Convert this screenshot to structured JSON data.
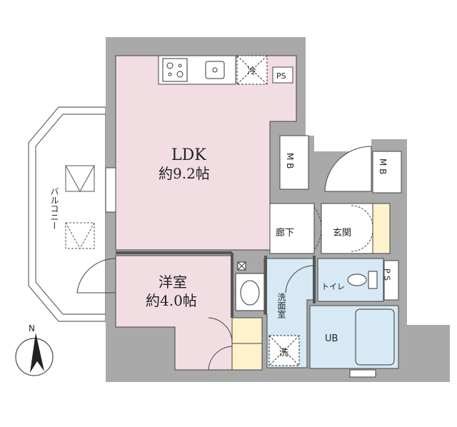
{
  "rooms": {
    "ldk_name": "LDK",
    "ldk_size": "約9.2帖",
    "western_name": "洋室",
    "western_size": "約4.0帖",
    "unit_bath": "UB",
    "entrance": "玄関",
    "corridor": "廊下",
    "toilet": "トイレ",
    "washroom": "洗面室",
    "balcony": "バルコニー"
  },
  "fixtures": {
    "ps_top": "PS",
    "ps_right": "P S",
    "mb_left": "M B",
    "mb_right": "M B",
    "fridge": "冷",
    "washer": "洗"
  },
  "compass": {
    "north": "N"
  },
  "colors": {
    "wall": "#a9a9a9",
    "ldk_floor": "#f2dde3",
    "wet_floor": "#d6e9f4",
    "storage": "#fdf2cc",
    "line": "#333333"
  }
}
